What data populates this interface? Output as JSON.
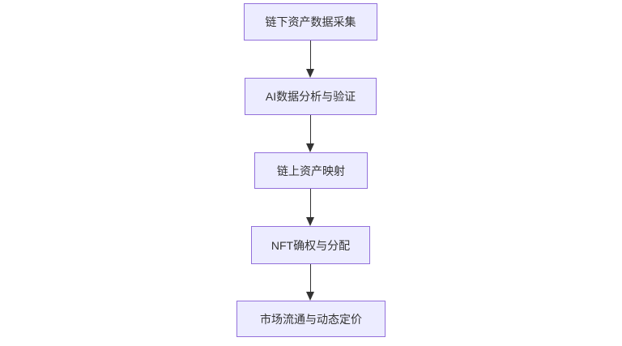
{
  "diagram": {
    "type": "flowchart",
    "direction": "top-down",
    "nodes": [
      {
        "id": "step-1",
        "label": "链下资产数据采集"
      },
      {
        "id": "step-2",
        "label": "AI数据分析与验证"
      },
      {
        "id": "step-3",
        "label": "链上资产映射"
      },
      {
        "id": "step-4",
        "label": "NFT确权与分配"
      },
      {
        "id": "step-5",
        "label": "市场流通与动态定价"
      }
    ],
    "edges": [
      {
        "from": "step-1",
        "to": "step-2",
        "arrow": "down"
      },
      {
        "from": "step-2",
        "to": "step-3",
        "arrow": "down"
      },
      {
        "from": "step-3",
        "to": "step-4",
        "arrow": "down"
      },
      {
        "from": "step-4",
        "to": "step-5",
        "arrow": "down"
      }
    ],
    "colors": {
      "node_fill": "#ECECFF",
      "node_border": "#9370DB",
      "text": "#333333",
      "arrow": "#333333",
      "background": "#FFFFFF"
    }
  }
}
